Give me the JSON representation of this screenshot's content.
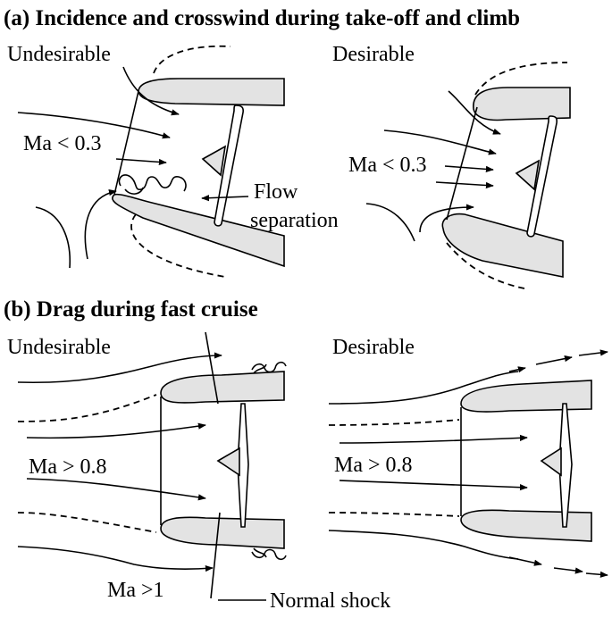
{
  "colors": {
    "ink": "#000000",
    "nacelle_fill": "#e3e3e3",
    "background": "#ffffff"
  },
  "panel_a": {
    "title": "(a) Incidence and crosswind during take-off and climb",
    "left_caption": "Undesirable",
    "right_caption": "Desirable",
    "left_mach": "Ma < 0.3",
    "right_mach": "Ma < 0.3",
    "separation_line1": "Flow",
    "separation_line2": "separation"
  },
  "panel_b": {
    "title": "(b) Drag during fast cruise",
    "left_caption": "Undesirable",
    "right_caption": "Desirable",
    "left_mach": "Ma > 0.8",
    "right_mach": "Ma > 0.8",
    "supersonic_mach": "Ma >1",
    "shock_label": "Normal shock"
  }
}
